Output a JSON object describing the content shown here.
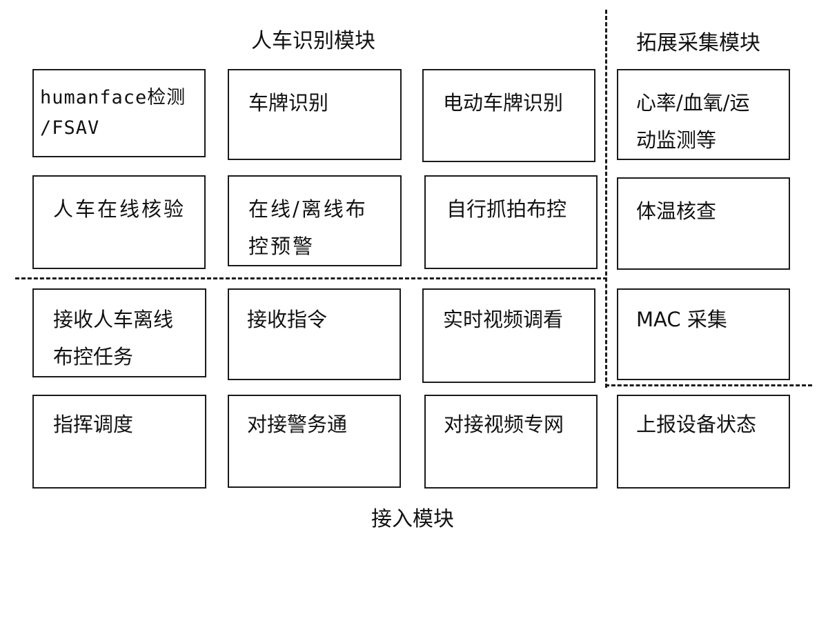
{
  "sections": {
    "recognition_title": "人车识别模块",
    "extension_title": "拓展采集模块",
    "access_title": "接入模块"
  },
  "boxes": {
    "face_detect": "humanface检测\n/FSAV",
    "plate_recognition": "车牌识别",
    "ebike_plate_recognition": "电动车牌识别",
    "vitals_monitoring": "心率/血氧/运\n动监测等",
    "online_verification": "人车在线核验",
    "online_offline_alert": "在线/离线布\n控预警",
    "self_capture_control": "自行抓拍布控",
    "temperature_check": "体温核查",
    "receive_offline_task": "接收人车离线\n布控任务",
    "receive_command": "接收指令",
    "realtime_video": "实时视频调看",
    "mac_collection": "MAC 采集",
    "dispatch": "指挥调度",
    "police_connect": "对接警务通",
    "video_network": "对接视频专网",
    "report_status": "上报设备状态"
  }
}
